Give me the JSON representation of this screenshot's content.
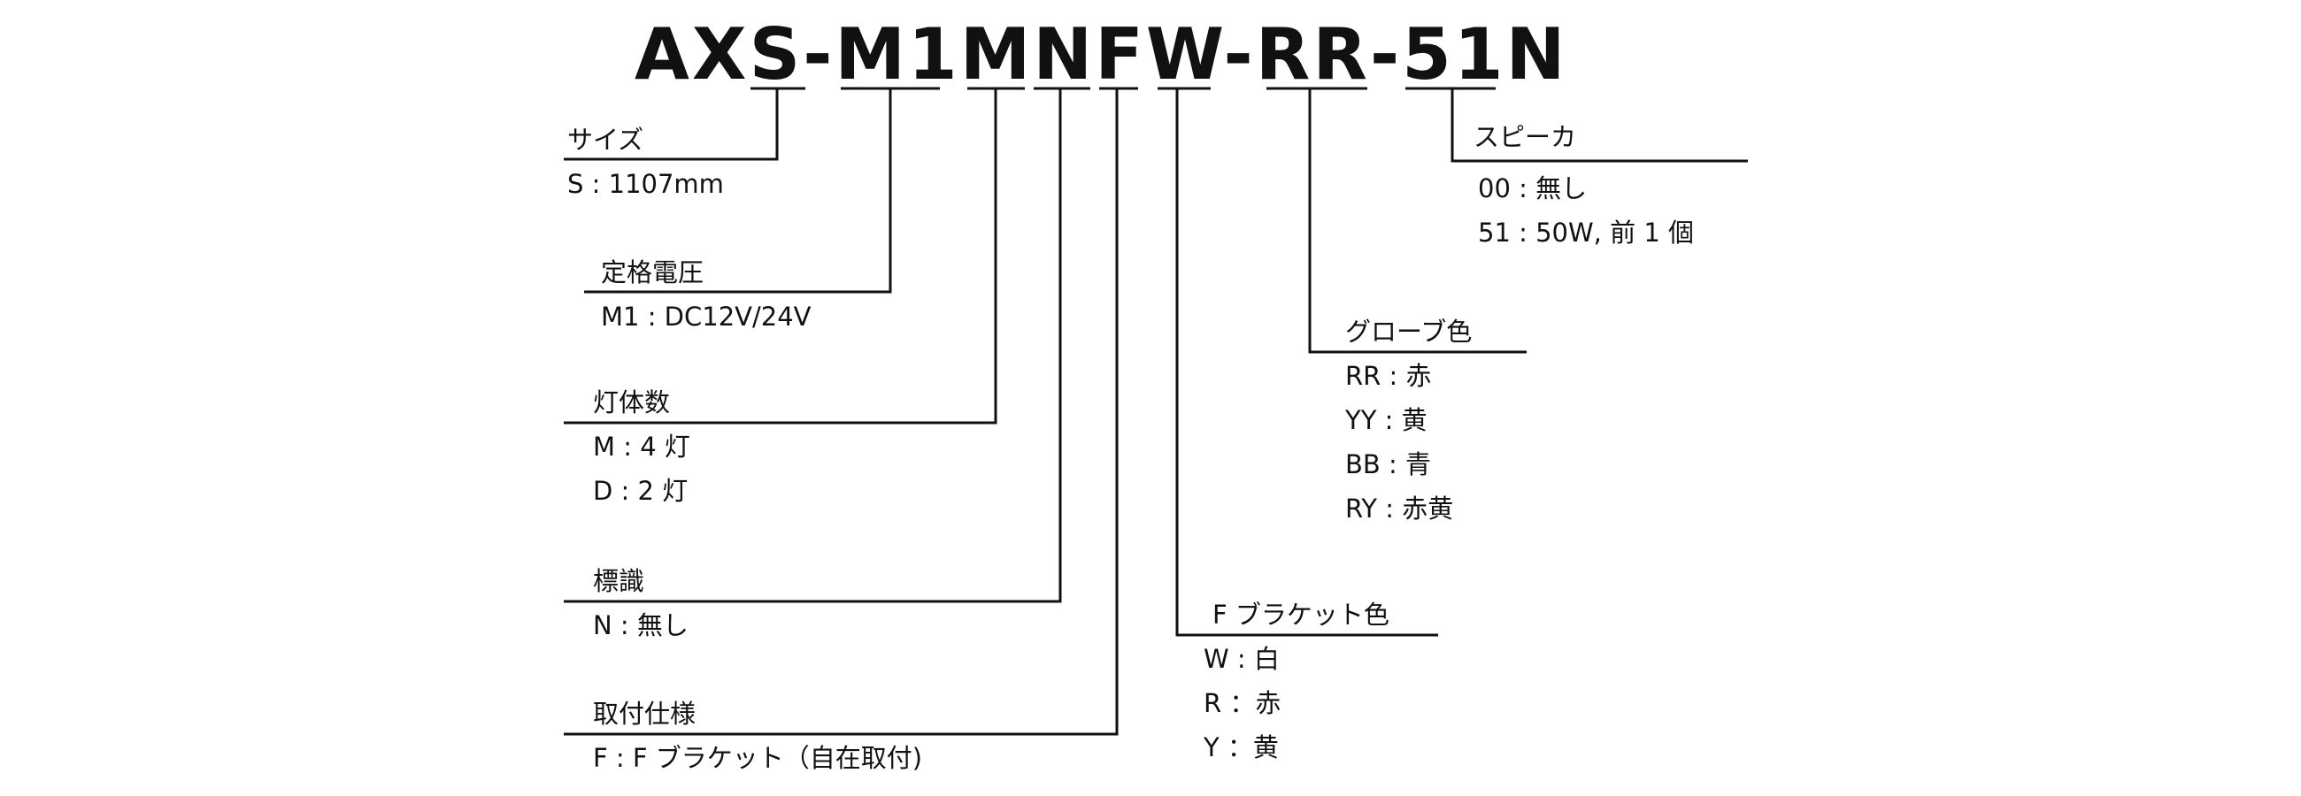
{
  "model_code": "AXS-M1MNFW-RR-51N",
  "code_segments": [
    "S",
    "M1",
    "M",
    "N",
    "F",
    "W",
    "RR",
    "51"
  ],
  "sections": [
    {
      "heading": "サイズ",
      "options": [
        "S : 1107mm"
      ]
    },
    {
      "heading": "定格電圧",
      "options": [
        "M1 : DC12V/24V"
      ]
    },
    {
      "heading": "灯体数",
      "options": [
        "M : 4 灯",
        "D : 2 灯"
      ]
    },
    {
      "heading": "標識",
      "options": [
        "N : 無し"
      ]
    },
    {
      "heading": "取付仕様",
      "options": [
        "F : F ブラケット（自在取付)"
      ]
    },
    {
      "heading": "F ブラケット色",
      "options": [
        "W : 白",
        "R ：赤",
        "Y ：黄"
      ]
    },
    {
      "heading": "グローブ色",
      "options": [
        "RR : 赤",
        "YY : 黄",
        "BB : 青",
        "RY : 赤黄"
      ]
    },
    {
      "heading": "スピーカ",
      "options": [
        "00 : 無し",
        "51 : 50W, 前 1 個"
      ]
    }
  ]
}
